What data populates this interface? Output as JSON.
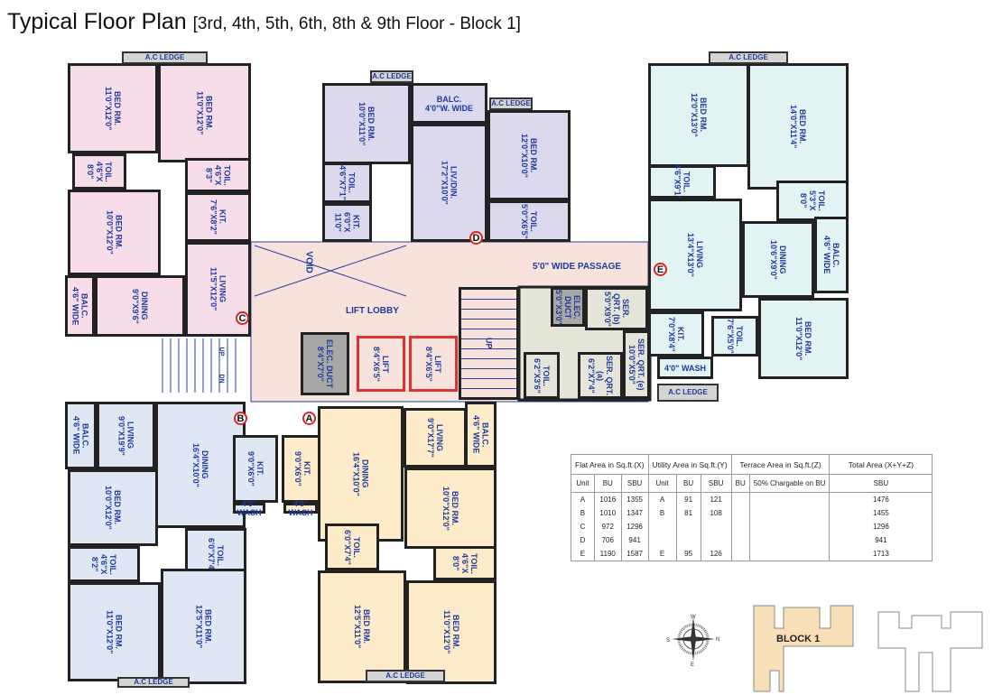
{
  "title": {
    "main": "Typical Floor Plan",
    "sub": "[3rd, 4th, 5th, 6th, 8th & 9th Floor - Block 1]"
  },
  "units": [
    {
      "id": "C",
      "color": "#f6dde9",
      "rooms": [
        {
          "name": "A.C LEDGE",
          "dim": ""
        },
        {
          "name": "BED RM.",
          "dim": "11'0\"X12'0\""
        },
        {
          "name": "BED RM.",
          "dim": "11'0\"X12'0\""
        },
        {
          "name": "TOIL.",
          "dim": "4'6\"X 8'0\""
        },
        {
          "name": "TOIL.",
          "dim": "4'6\"X 8'3\""
        },
        {
          "name": "BED RM.",
          "dim": "10'0\"X12'0\""
        },
        {
          "name": "KIT.",
          "dim": "7'6\"X8'2\""
        },
        {
          "name": "BALC.",
          "dim": "4'6\" WIDE"
        },
        {
          "name": "DINING",
          "dim": "9'0\"X9'6\""
        },
        {
          "name": "LIVING",
          "dim": "11'5\"X12'0\""
        }
      ]
    },
    {
      "id": "D",
      "color": "#dcd9ee",
      "rooms": [
        {
          "name": "A.C LEDGE",
          "dim": ""
        },
        {
          "name": "A.C LEDGE",
          "dim": ""
        },
        {
          "name": "BED RM.",
          "dim": "10'0\"X11'0\""
        },
        {
          "name": "BALC.",
          "dim": "4'0\"W. WIDE"
        },
        {
          "name": "TOIL.",
          "dim": "4'6\"X7'1\""
        },
        {
          "name": "KIT.",
          "dim": "6'0\"X 11'0\""
        },
        {
          "name": "LIV./DIN.",
          "dim": "17'2\"X10'0\""
        },
        {
          "name": "BED RM.",
          "dim": "12'0\"X10'0\""
        },
        {
          "name": "TOIL.",
          "dim": "5'0\"X6'5\""
        }
      ]
    },
    {
      "id": "E",
      "color": "#e2f3f3",
      "rooms": [
        {
          "name": "A.C LEDGE",
          "dim": ""
        },
        {
          "name": "BED RM.",
          "dim": "12'0\"X13'0\""
        },
        {
          "name": "BED RM.",
          "dim": "14'0\"X11'4\""
        },
        {
          "name": "TOIL.",
          "dim": "4'6\"X9'1\""
        },
        {
          "name": "TOIL.",
          "dim": "5'3\"X 8'0\""
        },
        {
          "name": "LIVING",
          "dim": "13'4\"X13'0\""
        },
        {
          "name": "DINING",
          "dim": "10'6\"X9'0\""
        },
        {
          "name": "BALC.",
          "dim": "4'6\" WIDE"
        },
        {
          "name": "KIT.",
          "dim": "7'0\"X8'4\""
        },
        {
          "name": "TOIL.",
          "dim": "7'6\"X5'0\""
        },
        {
          "name": "BED RM.",
          "dim": "11'0\"X12'0\""
        },
        {
          "name": "4'0\" WASH",
          "dim": ""
        },
        {
          "name": "A.C LEDGE",
          "dim": ""
        }
      ]
    },
    {
      "id": "B",
      "color": "#dfe7f4",
      "rooms": [
        {
          "name": "BALC.",
          "dim": "4'6\" WIDE"
        },
        {
          "name": "LIVING",
          "dim": "9'0\"X19'9\""
        },
        {
          "name": "DINING",
          "dim": "16'4\"X10'0\""
        },
        {
          "name": "BED RM.",
          "dim": "10'0\"X12'0\""
        },
        {
          "name": "KIT.",
          "dim": "9'0\"X6'0\""
        },
        {
          "name": "4'0\" WASH",
          "dim": ""
        },
        {
          "name": "TOIL.",
          "dim": "4'6\"X 8'2\""
        },
        {
          "name": "TOIL.",
          "dim": "6'0\"X7'4\""
        },
        {
          "name": "BED RM.",
          "dim": "11'0\"X12'0\""
        },
        {
          "name": "BED RM.",
          "dim": "12'5\"X11'0\""
        },
        {
          "name": "A.C LEDGE",
          "dim": ""
        }
      ]
    },
    {
      "id": "A",
      "color": "#fdebc9",
      "rooms": [
        {
          "name": "KIT.",
          "dim": "9'0\"X6'0\""
        },
        {
          "name": "4'0\" WASH",
          "dim": ""
        },
        {
          "name": "DINING",
          "dim": "16'4\"X10'0\""
        },
        {
          "name": "LIVING",
          "dim": "9'0\"X17'7\""
        },
        {
          "name": "BALC.",
          "dim": "4'6\" WIDE"
        },
        {
          "name": "BED RM.",
          "dim": "10'0\"X12'0\""
        },
        {
          "name": "TOIL.",
          "dim": "6'0\"X7'4\""
        },
        {
          "name": "TOIL.",
          "dim": "4'6\"X 8'0\""
        },
        {
          "name": "BED RM.",
          "dim": "12'5\"X11'0\""
        },
        {
          "name": "BED RM.",
          "dim": "11'0\"X12'0\""
        },
        {
          "name": "A.C LEDGE",
          "dim": ""
        }
      ]
    }
  ],
  "core": {
    "color": "#f8e3dc",
    "service_color": "#e4e4d8",
    "void": "VOID",
    "lift_lobby": "LIFT LOBBY",
    "passage": "5'0\" WIDE PASSAGE",
    "stair_up": "UP",
    "stair_dn": "DN",
    "rooms": [
      {
        "name": "ELEC. DUCT",
        "dim": "8'4\"X7'0\""
      },
      {
        "name": "LIFT",
        "dim": "8'4\"X6'5\""
      },
      {
        "name": "LIFT",
        "dim": "8'4\"X6'5\""
      },
      {
        "name": "UP",
        "dim": ""
      },
      {
        "name": "ELEC. DUCT",
        "dim": "5'0\"X3'0\""
      },
      {
        "name": "SER. QRT. (b)",
        "dim": "5'0\"X9'0\""
      },
      {
        "name": "SER. QRT. (e)",
        "dim": "10'0\"X5'0\""
      },
      {
        "name": "SER. QRT. (a)",
        "dim": "6'2\"X7'4\""
      },
      {
        "name": "TOIL.",
        "dim": "6'2\"X3'6\""
      }
    ]
  },
  "area_table": {
    "groups": [
      "Flat Area in Sq.ft.(X)",
      "Utility Area in Sq.ft.(Y)",
      "Terrace Area in Sq.ft.(Z)",
      "Total Area (X+Y+Z)"
    ],
    "headers": [
      "Unit",
      "BU",
      "SBU",
      "Unit",
      "BU",
      "SBU",
      "BU",
      "50% Chargable on BU",
      "SBU"
    ],
    "rows": [
      [
        "A",
        "1016",
        "1355",
        "A",
        "91",
        "121",
        "",
        "",
        "1476"
      ],
      [
        "B",
        "1010",
        "1347",
        "B",
        "81",
        "108",
        "",
        "",
        "1455"
      ],
      [
        "C",
        "972",
        "1296",
        "",
        "",
        "",
        "",
        "",
        "1296"
      ],
      [
        "D",
        "706",
        "941",
        "",
        "",
        "",
        "",
        "",
        "941"
      ],
      [
        "E",
        "1190",
        "1587",
        "E",
        "95",
        "126",
        "",
        "",
        "1713"
      ]
    ]
  },
  "compass": {
    "n": "N",
    "s": "S",
    "e": "E",
    "w": "W",
    "icon": "compass-rose-icon"
  },
  "key_plan": {
    "label": "BLOCK 1",
    "highlight": "#f7dfb8"
  }
}
